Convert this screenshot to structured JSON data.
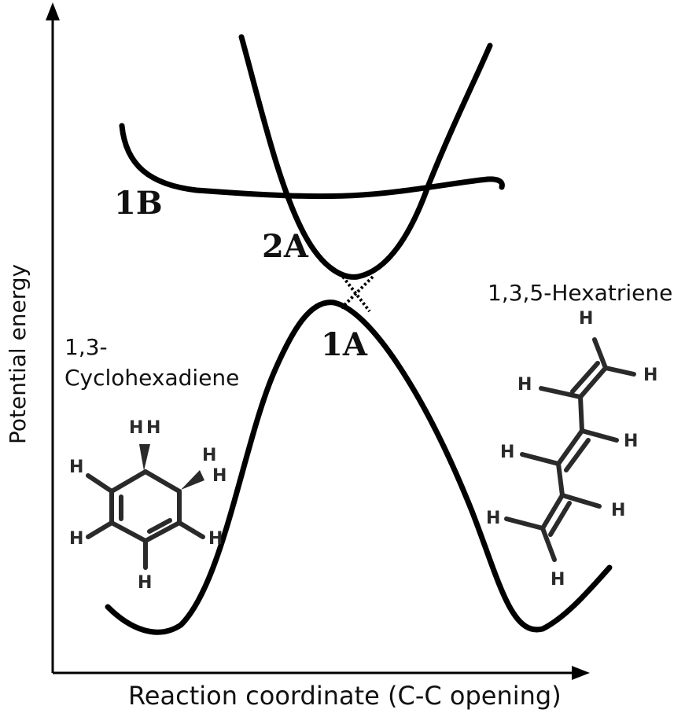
{
  "axes": {
    "x_label": "Reaction coordinate (C-C opening)",
    "y_label": "Potential energy"
  },
  "states": {
    "s1A": "1A",
    "s1B": "1B",
    "s2A": "2A"
  },
  "molecules": {
    "left_line1": "1,3-",
    "left_line2": "Cyclohexadiene",
    "right": "1,3,5-Hexatriene"
  },
  "atom_symbol": "H",
  "colors": {
    "ink": "#000000",
    "structure": "#2a2a2a",
    "background": "#ffffff"
  }
}
